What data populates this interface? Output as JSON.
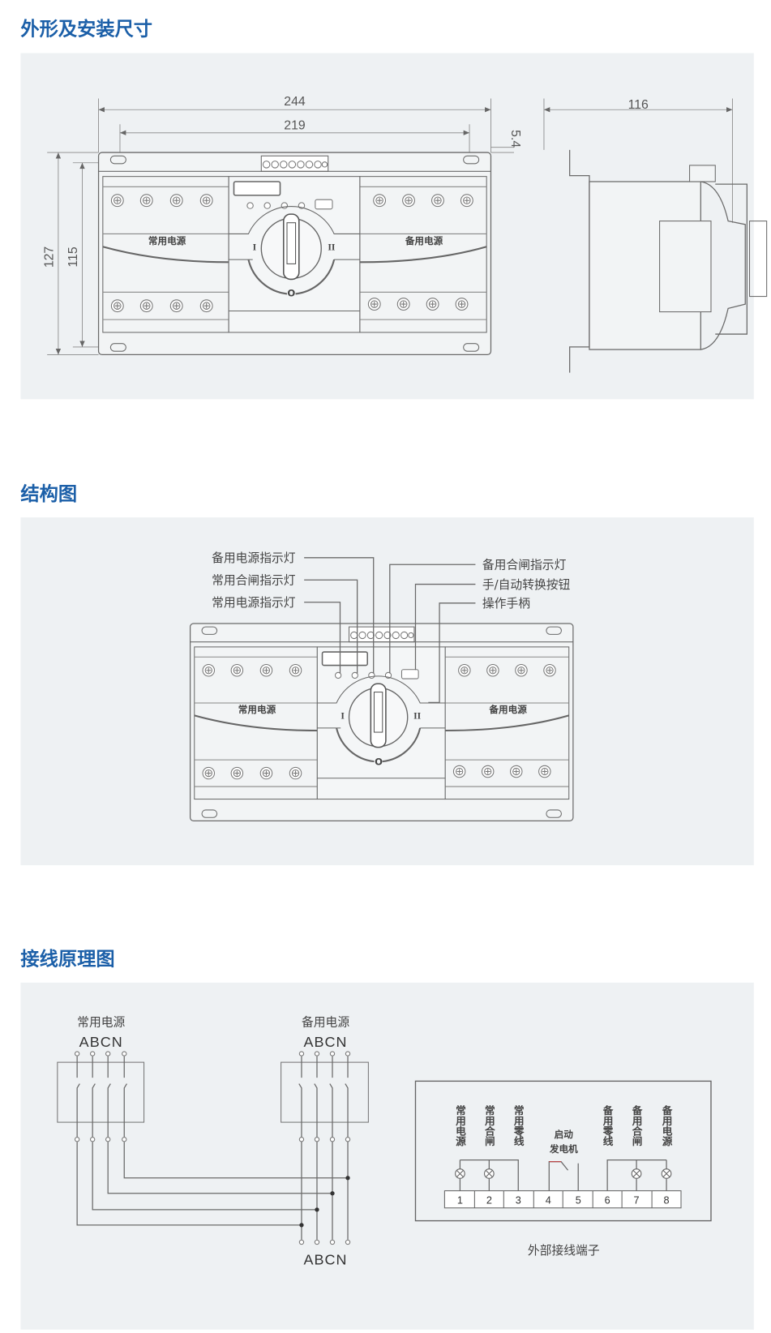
{
  "sections": {
    "dimensions": {
      "title": "外形及安装尺寸",
      "dims": {
        "overall_width": "244",
        "mount_width": "219",
        "offset": "5.4",
        "overall_height": "127",
        "mount_height": "115",
        "depth": "116"
      }
    },
    "structure": {
      "title": "结构图",
      "callouts_left": [
        "备用电源指示灯",
        "常用合闸指示灯",
        "常用电源指示灯"
      ],
      "callouts_right": [
        "备用合闸指示灯",
        "手/自动转换按钮",
        "操作手柄"
      ]
    },
    "wiring": {
      "title": "接线原理图",
      "normal_source": "常用电源",
      "backup_source": "备用电源",
      "phases": "ABCN",
      "terminal_caption": "外部接线端子",
      "terminal_labels_left": [
        "常用电源",
        "常用合闸",
        "常用零线"
      ],
      "terminal_generator": [
        "启动",
        "发电机"
      ],
      "terminal_labels_right": [
        "备用零线",
        "备用合闸",
        "备用电源"
      ],
      "terminal_numbers": [
        "1",
        "2",
        "3",
        "4",
        "5",
        "6",
        "7",
        "8"
      ]
    }
  },
  "device": {
    "label_normal": "常用电源",
    "label_backup": "备用电源",
    "pos_1": "I",
    "pos_2": "II",
    "pos_0": "O"
  },
  "colors": {
    "heading": "#1b5fa8",
    "panel": "#eef1f3",
    "line": "#6a6a6a"
  }
}
